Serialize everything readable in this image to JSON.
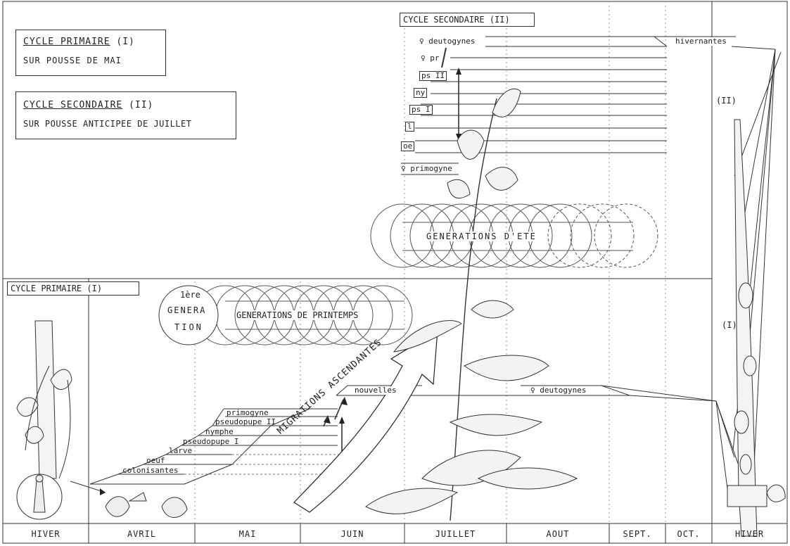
{
  "legend": {
    "primary_title": "CYCLE PRIMAIRE",
    "primary_num": "(I)",
    "primary_desc": "SUR POUSSE DE MAI",
    "secondary_title": "CYCLE SECONDAIRE",
    "secondary_num": "(II)",
    "secondary_desc": "SUR POUSSE ANTICIPEE DE JUILLET"
  },
  "secondary_cycle": {
    "heading": "CYCLE SECONDAIRE (II)",
    "stages": [
      "♀ deutogynes",
      "♀ pr",
      "ps II",
      "ny",
      "ps I",
      "l",
      "oe",
      "♀ primogyne"
    ],
    "hibernating": "hivernantes"
  },
  "primary_cycle": {
    "heading": "CYCLE PRIMAIRE (I)",
    "stages": [
      "primogyne",
      "pseudopupe II",
      "nymphe",
      "pseudopupe I",
      "larve",
      "oeuf",
      "colonisantes"
    ],
    "new_label": "nouvelles",
    "deutogynes_label": "♀ deutogynes"
  },
  "generations": {
    "first_line1": "1ère",
    "first_line2": "GENERA",
    "first_line3": "TION",
    "spring": "GENERATIONS DE PRINTEMPS",
    "summer": "GENERATIONS D'ETE"
  },
  "migration_label": "MIGRATIONS ASCENDANTES",
  "side_labels": {
    "upper": "(II)",
    "lower": "(I)"
  },
  "months": [
    "HIVER",
    "AVRIL",
    "MAI",
    "JUIN",
    "JUILLET",
    "AOUT",
    "SEPT.",
    "OCT.",
    "HIVER"
  ]
}
